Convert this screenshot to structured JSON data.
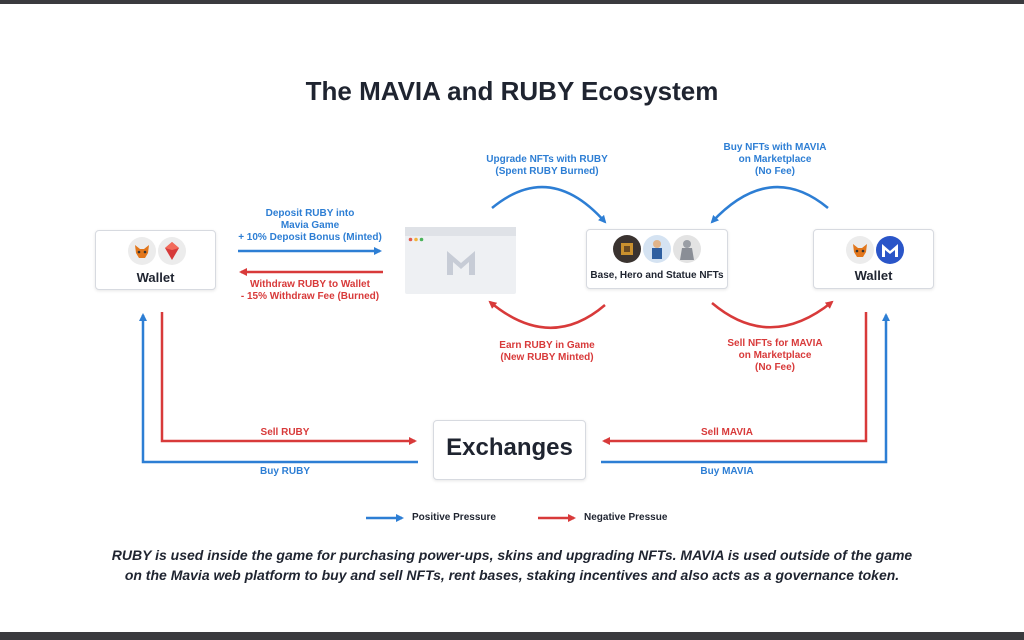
{
  "title": "The MAVIA and RUBY Ecosystem",
  "nodes": {
    "wallet_left": "Wallet",
    "wallet_right": "Wallet",
    "nfts": "Base, Hero and Statue NFTs",
    "exchanges": "Exchanges"
  },
  "flows": {
    "deposit": [
      "Deposit RUBY into",
      "Mavia Game",
      "+ 10% Deposit Bonus (Minted)"
    ],
    "withdraw": [
      "Withdraw RUBY to Wallet",
      "- 15% Withdraw Fee (Burned)"
    ],
    "upgrade": [
      "Upgrade NFTs with RUBY",
      "(Spent RUBY Burned)"
    ],
    "earn": [
      "Earn RUBY in Game",
      "(New RUBY Minted)"
    ],
    "buy_nfts": [
      "Buy NFTs with MAVIA",
      "on Marketplace",
      "(No Fee)"
    ],
    "sell_nfts": [
      "Sell NFTs for MAVIA",
      "on Marketplace",
      "(No Fee)"
    ],
    "sell_ruby": "Sell RUBY",
    "buy_ruby": "Buy RUBY",
    "sell_mavia": "Sell MAVIA",
    "buy_mavia": "Buy MAVIA"
  },
  "legend": {
    "positive": "Positive Pressure",
    "negative": "Negative Pressue"
  },
  "caption": [
    "RUBY is used inside the game for purchasing power-ups, skins and upgrading NFTs. MAVIA is used outside of the game",
    "on the Mavia web platform to buy and sell NFTs, rent bases, staking incentives and also acts as a governance token."
  ],
  "colors": {
    "positive": "#2d7ed4",
    "negative": "#d83a3a",
    "text": "#1f2430"
  },
  "icons": [
    "metamask-icon",
    "ruby-icon",
    "mavia-logo-icon",
    "browser-window-icon",
    "nft-base-icon",
    "nft-hero-icon",
    "nft-statue-icon"
  ]
}
